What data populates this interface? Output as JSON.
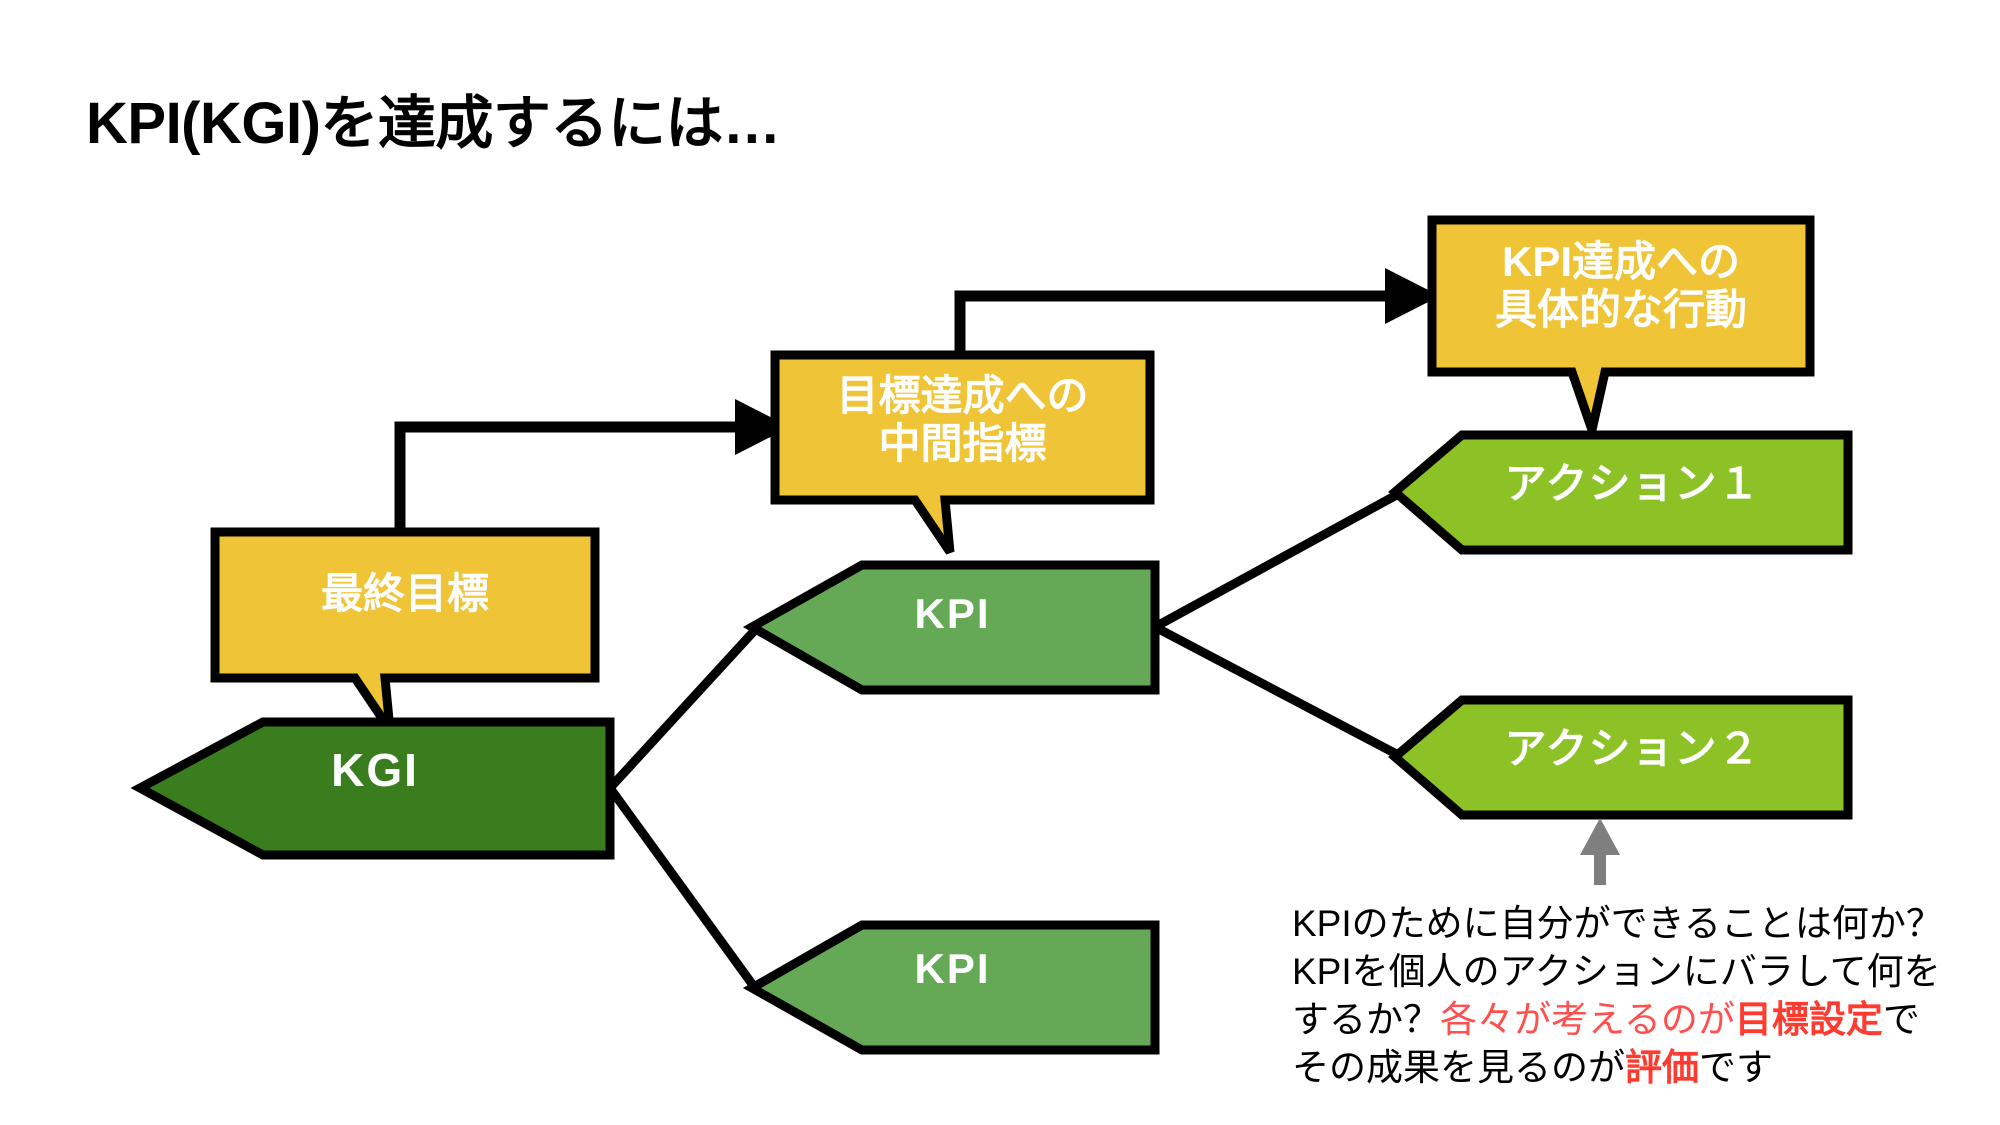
{
  "slide": {
    "title": "KPI(KGI)を達成するには…",
    "background": "#FFFFFF"
  },
  "colors": {
    "yellow": "#EFC436",
    "green_dark": "#3A7D1E",
    "green_medium": "#65A855",
    "green_light": "#8CC226",
    "outline": "#000000",
    "label_text": "#FFFFFF",
    "note_text": "#000000",
    "note_highlight": "#FF5050",
    "note_highlight_bold": "#FF3B30",
    "gray_arrow": "#7F7F7F"
  },
  "callouts": [
    {
      "id": "final-goal",
      "label": "最終目標",
      "fill": "#EFC436",
      "points_to": "kgi"
    },
    {
      "id": "intermediate-indicator",
      "label": "目標達成への\n中間指標",
      "fill": "#EFC436",
      "points_to": "kpi-top"
    },
    {
      "id": "concrete-action",
      "label": "KPI達成への\n具体的な行動",
      "fill": "#EFC436",
      "points_to": "action-1"
    }
  ],
  "nodes": [
    {
      "id": "kgi",
      "label": "KGI",
      "fill": "#3A7D1E",
      "level": 0
    },
    {
      "id": "kpi-top",
      "label": "KPI",
      "fill": "#65A855",
      "level": 1
    },
    {
      "id": "kpi-bottom",
      "label": "KPI",
      "fill": "#65A855",
      "level": 1
    },
    {
      "id": "action-1",
      "label": "アクション１",
      "fill": "#8CC226",
      "level": 2
    },
    {
      "id": "action-2",
      "label": "アクション２",
      "fill": "#8CC226",
      "level": 2
    }
  ],
  "connectors": [
    {
      "from": "kgi",
      "to": "kpi-top"
    },
    {
      "from": "kgi",
      "to": "kpi-bottom"
    },
    {
      "from": "kpi-top",
      "to": "action-1"
    },
    {
      "from": "kpi-top",
      "to": "action-2"
    }
  ],
  "note": {
    "lines": [
      [
        {
          "text": "KPIのために自分ができることは何か？",
          "style": "plain"
        }
      ],
      [
        {
          "text": "KPIを個人のアクションにバラして何を",
          "style": "plain"
        }
      ],
      [
        {
          "text": "するか？",
          "style": "plain"
        },
        {
          "text": "各々が考えるのが",
          "style": "highlight"
        },
        {
          "text": "目標設定",
          "style": "highlight-bold"
        },
        {
          "text": "で",
          "style": "plain"
        }
      ],
      [
        {
          "text": "その成果を見るのが",
          "style": "plain"
        },
        {
          "text": "評価",
          "style": "highlight-bold"
        },
        {
          "text": "です",
          "style": "plain"
        }
      ]
    ],
    "arrow_target": "action-2"
  }
}
